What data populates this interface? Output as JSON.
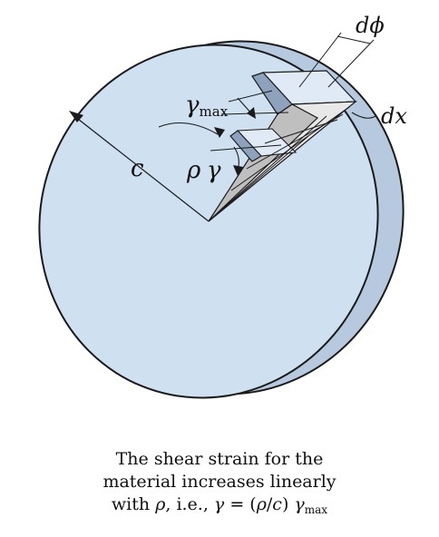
{
  "colors": {
    "disk_face": "#cfe0f0",
    "disk_rim": "#b6c9df",
    "edge": "#1a1a1a",
    "wedge_light": "#e8e8e8",
    "wedge_mid": "#bfbfbf",
    "element_dark": "#8ea2bd",
    "element_light": "#dfeaf6"
  },
  "labels": {
    "d_phi": {
      "main": "dϕ"
    },
    "dx": {
      "main": "dx"
    },
    "gamma_max": {
      "main": "γ",
      "sub": "max"
    },
    "c": {
      "main": "c"
    },
    "rho": {
      "main": "ρ"
    },
    "gamma": {
      "main": "γ"
    }
  },
  "caption": {
    "line1": "The shear strain for the",
    "line2": "material increases linearly",
    "line3_prefix": "with ",
    "line3_rho": "ρ",
    "line3_middle": ", i.e., ",
    "line3_gamma": "γ",
    "line3_equals": " = (",
    "line3_rho2": "ρ",
    "line3_slash": "/",
    "line3_c": "c",
    "line3_close": ") ",
    "line3_gamma2": "γ",
    "line3_sub": "max"
  }
}
